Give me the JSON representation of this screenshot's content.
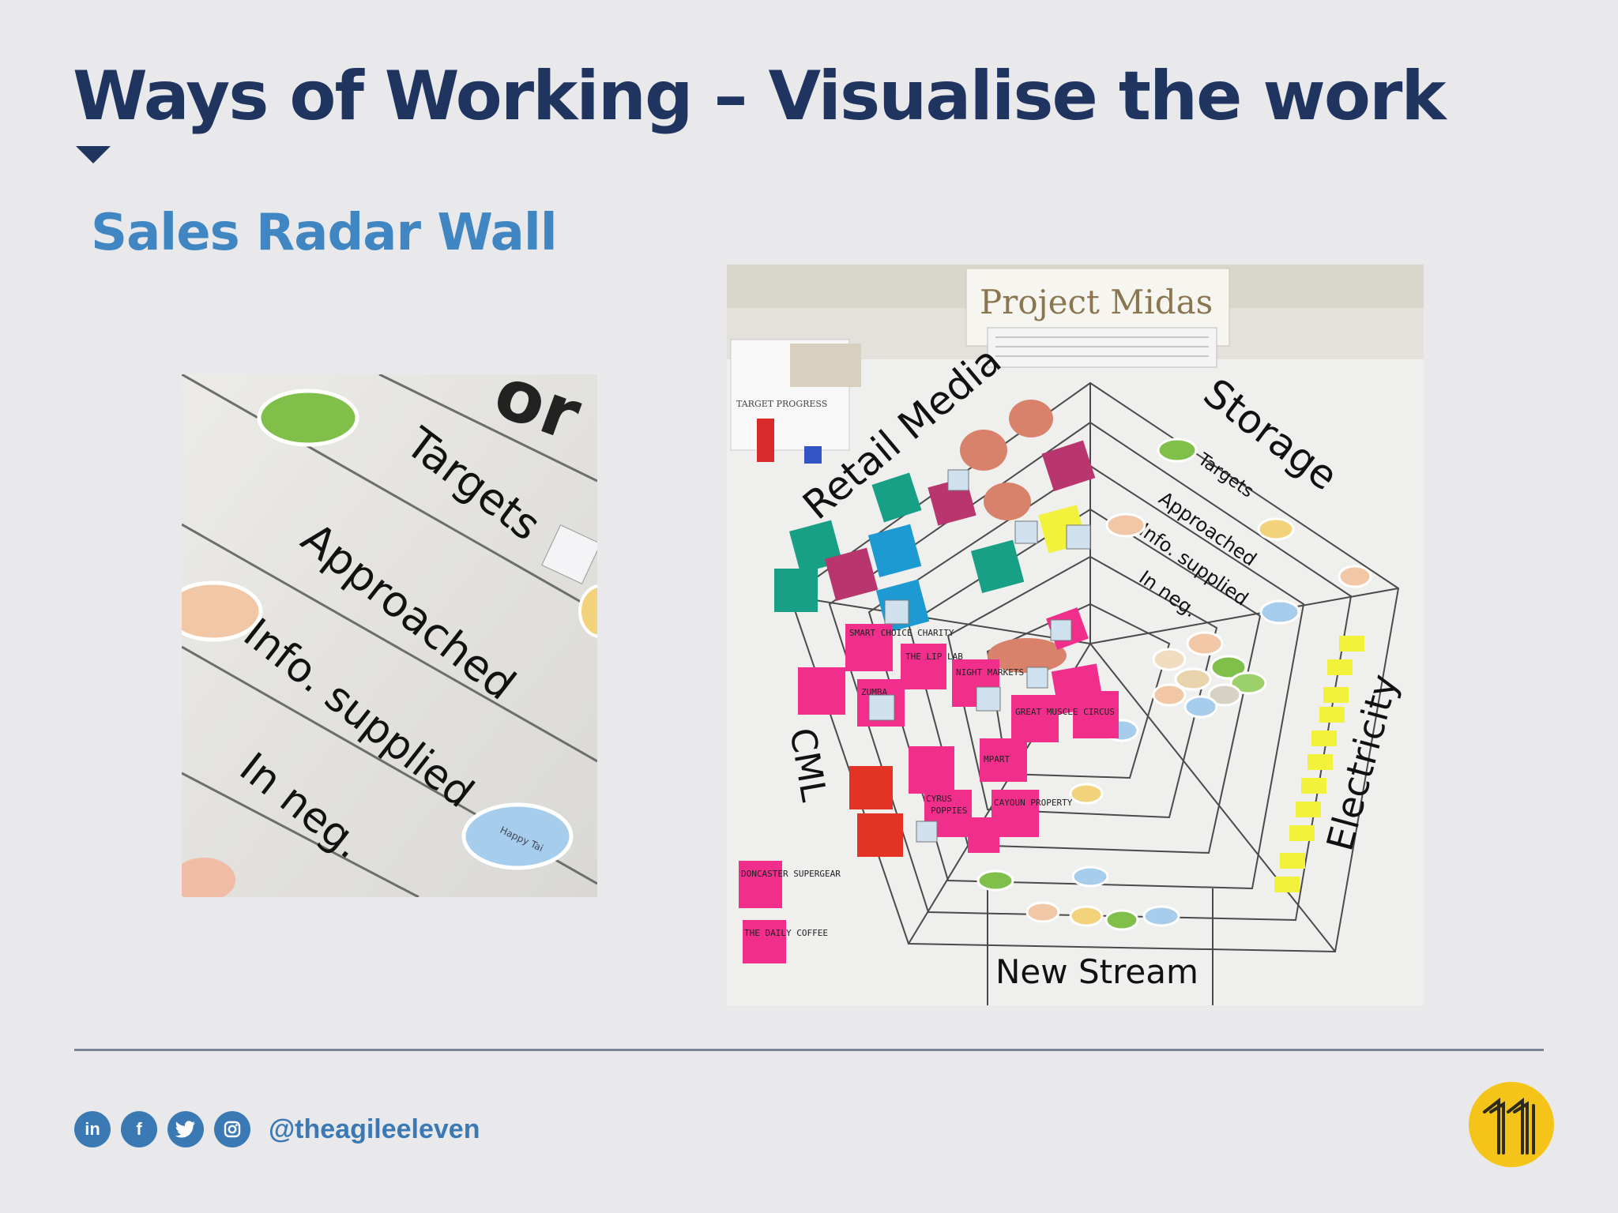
{
  "slide": {
    "title": "Ways of Working – Visualise the work",
    "subtitle": "Sales Radar Wall"
  },
  "left_photo": {
    "labels": {
      "targets": "Targets",
      "approached": "Approached",
      "info_supplied": "Info. supplied",
      "in_neg": "In neg.",
      "happy": "Happy Tai"
    }
  },
  "right_photo": {
    "header": "Project Midas",
    "target_progress": "TARGET PROGRESS",
    "axes": {
      "retail_media": "Retail Media",
      "storage": "Storage",
      "electricity": "Electricity",
      "new_stream": "New Stream",
      "cml": "CML"
    },
    "rings": {
      "targets": "Targets",
      "approached": "Approached",
      "info_supplied": "Info. supplied",
      "in_neg": "In neg."
    },
    "notes": [
      "THE LIP LAB",
      "NIGHT MARKETS",
      "ZUMBA",
      "MPART",
      "CYRUS",
      "POPPIES",
      "CAYOUN PROPERTY",
      "GREAT MUSCLE CIRCUS",
      "SMART CHOICE CHARITY",
      "DONCASTER SUPERGEAR",
      "THE DAILY COFFEE"
    ]
  },
  "footer": {
    "handle": "@theagileeleven",
    "social_icons": [
      "linkedin-icon",
      "facebook-icon",
      "twitter-icon",
      "instagram-icon"
    ]
  },
  "colors": {
    "title": "#1f355f",
    "subtitle": "#3f86c2",
    "pink": "#f22e8c",
    "teal": "#17a086",
    "blue": "#1e9ad3",
    "yellow": "#f2f23d",
    "logo_yellow": "#f4c518"
  }
}
